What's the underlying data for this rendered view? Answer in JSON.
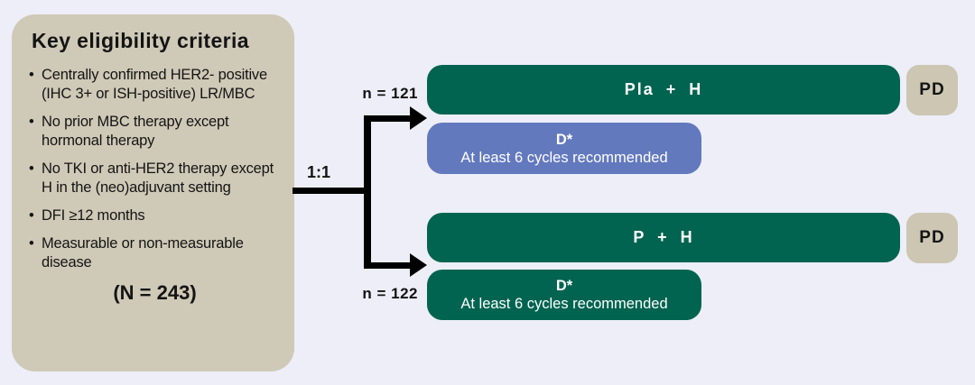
{
  "colors": {
    "background": "#EDEEF7",
    "panel_beige": "#CFC9B7",
    "treatment_green": "#006450",
    "docetaxel_blue": "#6379BE",
    "pd_beige": "#CCC6B2",
    "line_black": "#000000",
    "text_dark": "#141414",
    "text_light": "#FFFFFF"
  },
  "eligibility_panel": {
    "title": "Key eligibility criteria",
    "bullets": [
      "Centrally confirmed HER2- positive (IHC 3+ or ISH-positive) LR/MBC",
      "No prior MBC therapy except hormonal therapy",
      "No TKI or anti-HER2 therapy except H in the (neo)adjuvant setting",
      "DFI ≥12 months",
      "Measurable or non-measurable disease"
    ],
    "total_label": "(N = 243)"
  },
  "randomization": {
    "ratio_label": "1:1",
    "arms": [
      {
        "n_label": "n = 121",
        "treatment_label": "Pla + H",
        "docetaxel_label": "D*",
        "docetaxel_note": "At least 6 cycles recommended",
        "docetaxel_color": "#6379BE",
        "endpoint_label": "PD"
      },
      {
        "n_label": "n = 122",
        "treatment_label": "P + H",
        "docetaxel_label": "D*",
        "docetaxel_note": "At least 6 cycles recommended",
        "docetaxel_color": "#006450",
        "endpoint_label": "PD"
      }
    ]
  }
}
